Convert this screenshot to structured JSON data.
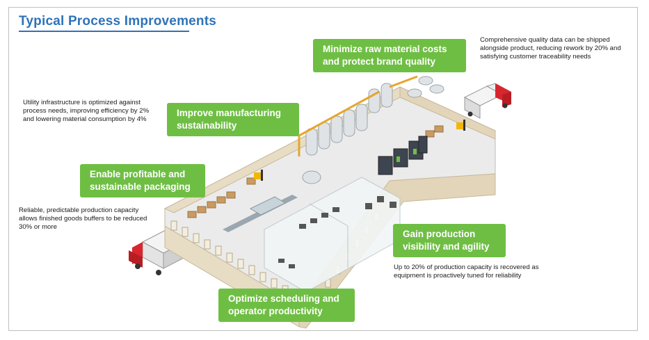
{
  "title": "Typical Process Improvements",
  "callouts": {
    "raw_material": "Minimize raw material costs and protect brand quality",
    "sustainability": "Improve manufacturing sustainability",
    "packaging": "Enable profitable and sustainable packaging",
    "visibility": "Gain production visibility and agility",
    "scheduling": "Optimize scheduling and operator productivity"
  },
  "notes": {
    "quality_data": "Comprehensive quality data can be shipped alongside product, reducing rework by 20% and satisfying customer traceability needs",
    "utility": "Utility infrastructure is optimized against process needs, improving efficiency by 2% and lowering material consumption by 4%",
    "buffers": "Reliable, predictable production capacity allows finished goods buffers to be reduced 30% or more",
    "capacity": "Up to 20% of production capacity is recovered as equipment is proactively tuned for reliability"
  },
  "colors": {
    "accent_green": "#6fbe44",
    "title_blue": "#2e73b8",
    "truck_red": "#d9262e",
    "floor": "#e9e9e9",
    "wall": "#e7dcc4"
  },
  "icons": [
    "delivery-truck-icon",
    "forklift-icon",
    "storage-tank-icon",
    "pallet-boxes-icon",
    "rack-shelf-icon",
    "operator-workstation-icon"
  ]
}
